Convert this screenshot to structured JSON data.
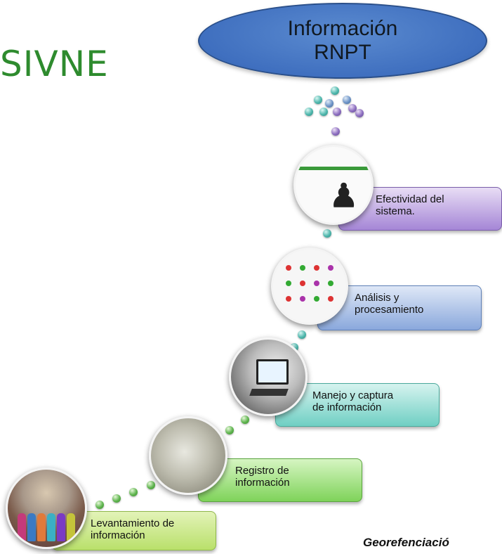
{
  "title": "SIVNE",
  "target": {
    "line1": "Información",
    "line2": "RNPT"
  },
  "steps": [
    {
      "line1": "Levantamiento de",
      "line2": "información"
    },
    {
      "line1": "Registro de",
      "line2": "información"
    },
    {
      "line1": "Manejo  y captura",
      "line2": "de información"
    },
    {
      "line1": "Análisis y",
      "line2": "procesamiento"
    },
    {
      "line1": "Efectividad del",
      "line2": "sistema."
    }
  ],
  "footer": "Georefenciació",
  "colors": {
    "title": "#2e8b2e",
    "oval": "#3f6fbf",
    "step1": "#b9e06b",
    "step2": "#7fd35a",
    "step3": "#6fcfc3",
    "step4": "#8aa8dc",
    "step5": "#a586d6"
  }
}
